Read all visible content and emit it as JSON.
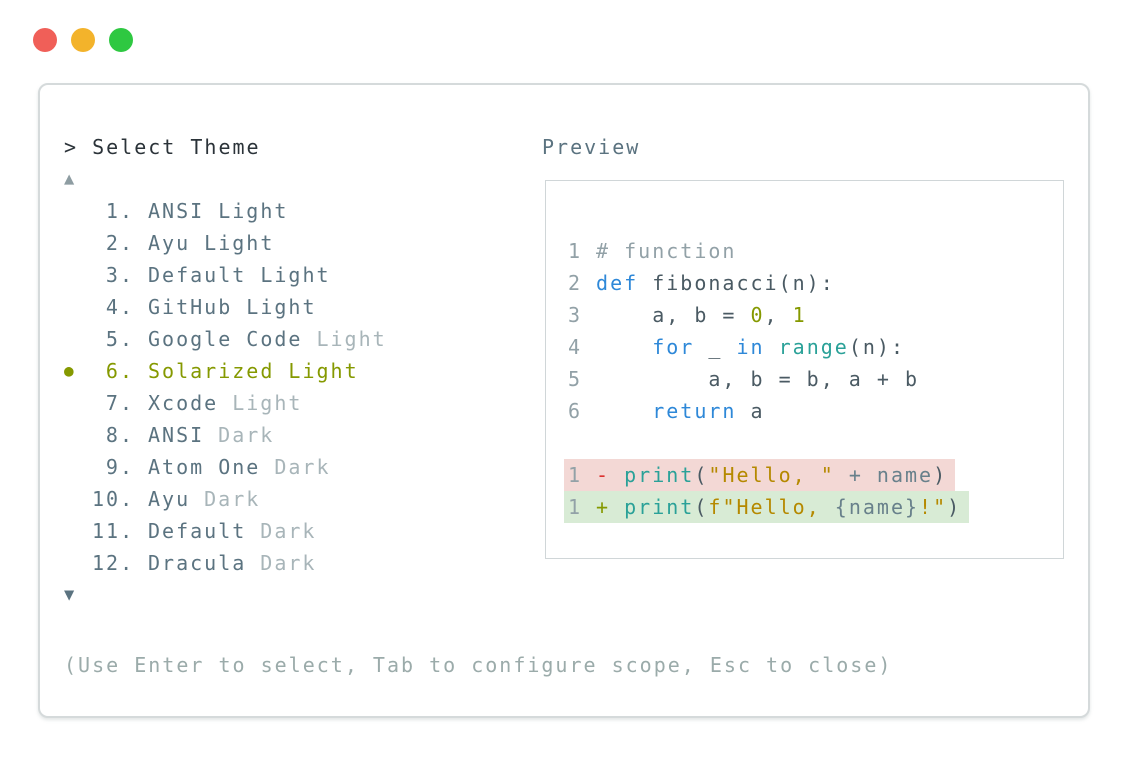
{
  "window": {
    "controls": [
      "close",
      "minimize",
      "zoom"
    ]
  },
  "header": {
    "prompt": "> Select Theme"
  },
  "list": {
    "up_arrow": "▲",
    "down_arrow": "▼",
    "bullet": "●",
    "items": [
      {
        "num": "1.",
        "name": "ANSI Light",
        "dim": "",
        "selected": false
      },
      {
        "num": "2.",
        "name": "Ayu Light",
        "dim": "",
        "selected": false
      },
      {
        "num": "3.",
        "name": "Default Light",
        "dim": "",
        "selected": false
      },
      {
        "num": "4.",
        "name": "GitHub Light",
        "dim": "",
        "selected": false
      },
      {
        "num": "5.",
        "name": "Google Code",
        "dim": "Light",
        "selected": false
      },
      {
        "num": "6.",
        "name": "Solarized Light",
        "dim": "",
        "selected": true
      },
      {
        "num": "7.",
        "name": "Xcode",
        "dim": "Light",
        "selected": false
      },
      {
        "num": "8.",
        "name": "ANSI",
        "dim": "Dark",
        "selected": false
      },
      {
        "num": "9.",
        "name": "Atom One",
        "dim": "Dark",
        "selected": false
      },
      {
        "num": "10.",
        "name": "Ayu",
        "dim": "Dark",
        "selected": false
      },
      {
        "num": "11.",
        "name": "Default",
        "dim": "Dark",
        "selected": false
      },
      {
        "num": "12.",
        "name": "Dracula",
        "dim": "Dark",
        "selected": false
      }
    ]
  },
  "preview": {
    "label": "Preview",
    "lines": [
      {
        "num": "1",
        "comment": "# function"
      },
      {
        "num": "2",
        "kw": "def ",
        "rest": "fibonacci(n):"
      },
      {
        "num": "3",
        "a": "    a, b = ",
        "n1": "0",
        "b": ", ",
        "n2": "1"
      },
      {
        "num": "4",
        "i": "    ",
        "k1": "for ",
        "a": "_ ",
        "k2": "in ",
        "fn": "range",
        "b": "(n):"
      },
      {
        "num": "5",
        "a": "        a, b = b, a + b"
      },
      {
        "num": "6",
        "i": "    ",
        "kw": "return ",
        "a": "a"
      }
    ],
    "diff": [
      {
        "num": "1",
        "sign": "- ",
        "fn": "print",
        "p1": "(",
        "str1": "\"Hello, \"",
        "mid": " + name",
        "p2": ")"
      },
      {
        "num": "1",
        "sign": "+ ",
        "fn": "print",
        "p1": "(",
        "str1": "f\"Hello, ",
        "mid": "{name}",
        "str2": "!\"",
        "p2": ")"
      }
    ]
  },
  "footer": {
    "help": "(Use Enter to select, Tab to configure scope, Esc to close)"
  },
  "colors": {
    "traffic_red": "#f05f58",
    "traffic_yellow": "#f3b32b",
    "traffic_green": "#2ec841",
    "panel_border": "#d5dadb",
    "prompt_text": "#2b3339",
    "list_name": "#5b7380",
    "list_dim": "#a8b5b9",
    "selected_accent": "#859900",
    "keyword_blue": "#2e88d8",
    "function_teal": "#2aa198",
    "string_yellow": "#b58900",
    "diff_minus_red": "#dc322f",
    "diff_removed_bg": "#f3d8d5",
    "diff_added_bg": "#d8ebd5",
    "help_text": "#9babaa"
  }
}
